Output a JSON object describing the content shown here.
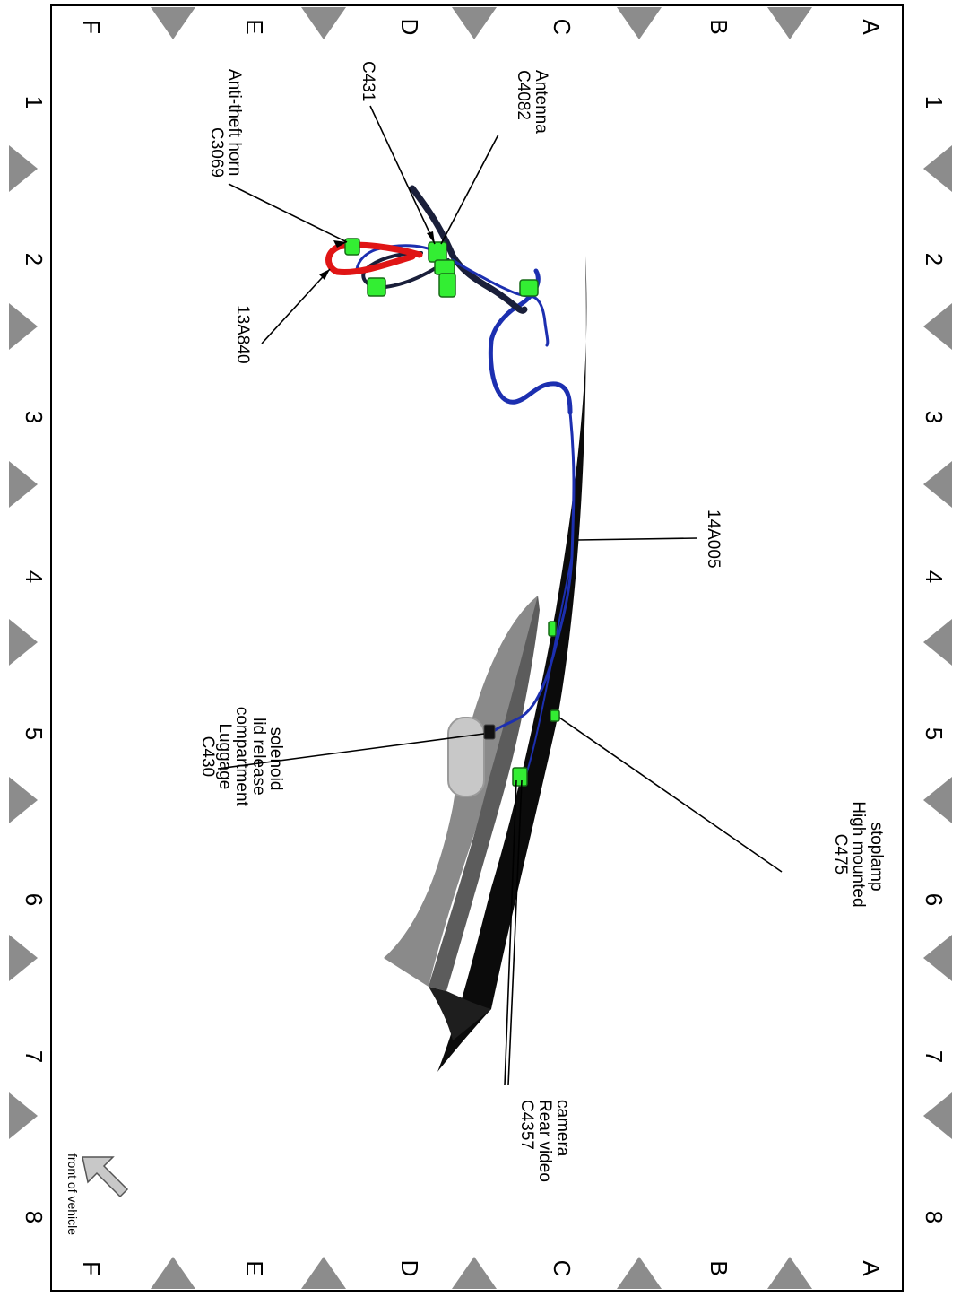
{
  "grid": {
    "columns": [
      "1",
      "2",
      "3",
      "4",
      "5",
      "6",
      "7",
      "8"
    ],
    "rows": [
      "A",
      "B",
      "C",
      "D",
      "E",
      "F"
    ]
  },
  "callouts": {
    "c4082": [
      "C4082",
      "Antenna"
    ],
    "c431": [
      "C431"
    ],
    "c3069": [
      "C3069",
      "Anti-theft horn"
    ],
    "h13a840": [
      "13A840"
    ],
    "h14a005": [
      "14A005"
    ],
    "c430": [
      "C430",
      "Luggage",
      "compartment",
      "lid release",
      "solenoid"
    ],
    "c475": [
      "C475",
      "High mounted",
      "stoplamp"
    ],
    "c4357": [
      "C4357",
      "Rear video",
      "camera"
    ]
  },
  "orientation": {
    "label": "front of vehicle"
  },
  "colors": {
    "harness_blue": "#1c2fb0",
    "harness_dark": "#1a1f3a",
    "harness_red": "#e01515",
    "connector_green": "#33ee33",
    "panel_black": "#0b0b0b",
    "trunk_gray": "#8a8a8a",
    "marker_gray": "#8c8c8c"
  }
}
